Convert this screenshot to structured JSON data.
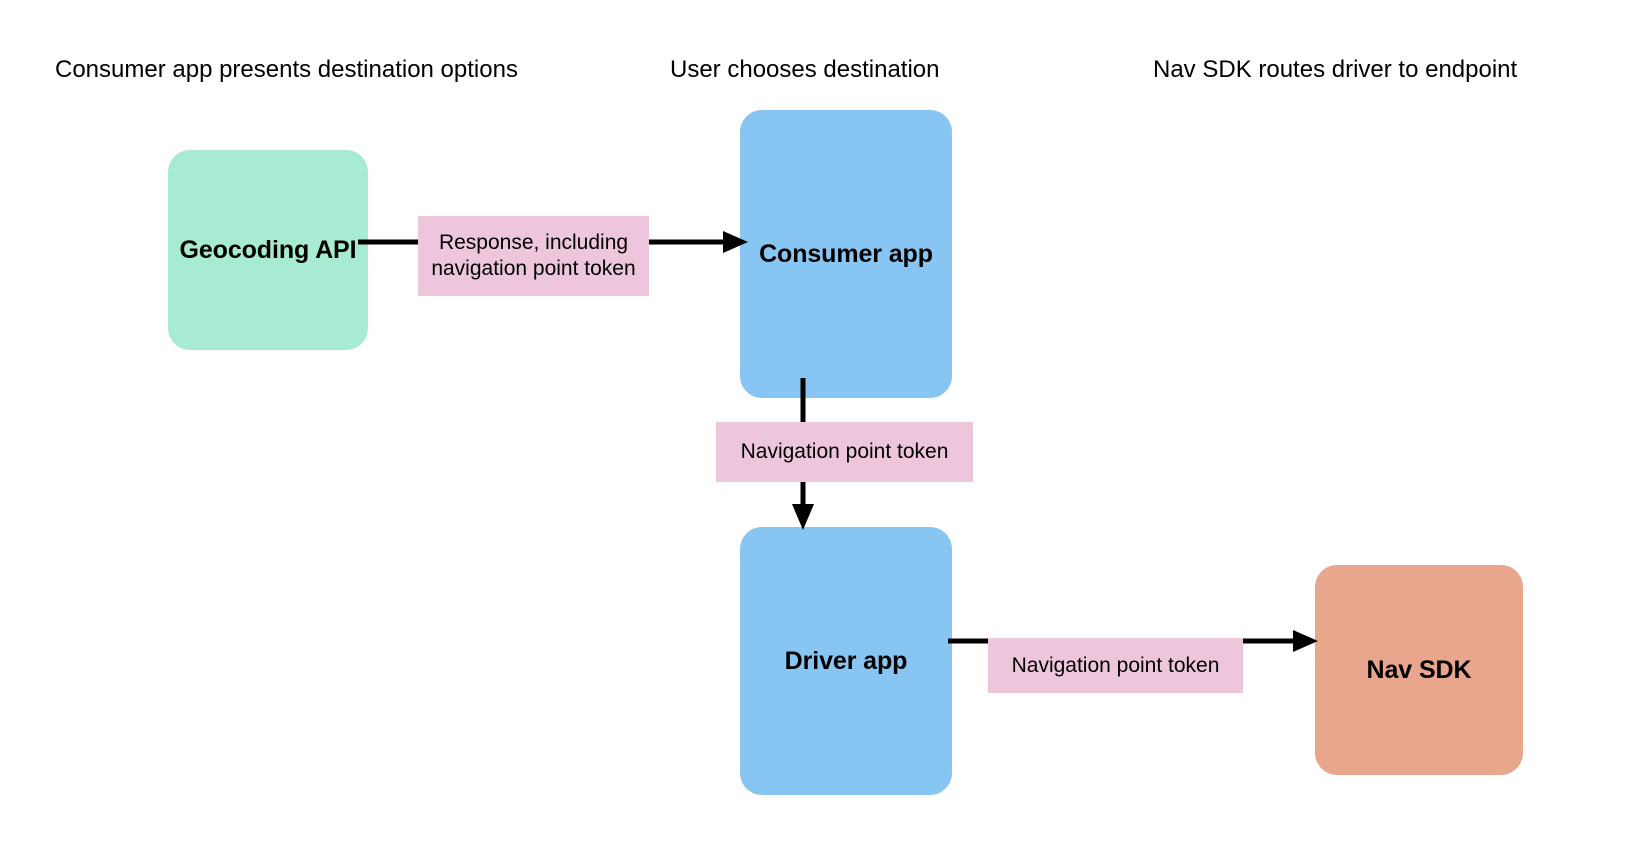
{
  "diagram": {
    "title_columns": [
      {
        "id": "col-1",
        "text": "Consumer app presents destination options"
      },
      {
        "id": "col-2",
        "text": "User chooses destination"
      },
      {
        "id": "col-3",
        "text": "Nav SDK routes driver to endpoint"
      }
    ],
    "nodes": [
      {
        "id": "geocoding-api",
        "label": "Geocoding API",
        "color": "#a6ebd2"
      },
      {
        "id": "consumer-app",
        "label": "Consumer app",
        "color": "#87c6f2"
      },
      {
        "id": "driver-app",
        "label": "Driver app",
        "color": "#87c6f2"
      },
      {
        "id": "nav-sdk",
        "label": "Nav SDK",
        "color": "#e8a68c"
      }
    ],
    "edge_labels": [
      {
        "id": "response-token",
        "text": "Response, including navigation point token",
        "color": "#edc6dc"
      },
      {
        "id": "nav-token-consumer-driver",
        "text": "Navigation point token",
        "color": "#edc6dc"
      },
      {
        "id": "nav-token-driver-navsdk",
        "text": "Navigation point token",
        "color": "#edc6dc"
      }
    ],
    "colors": {
      "background": "#ffffff",
      "line": "#000000",
      "green": "#a6ebd2",
      "blue": "#87c6f2",
      "orange": "#e8a68c",
      "pink": "#edc6dc",
      "text": "#000000"
    }
  }
}
